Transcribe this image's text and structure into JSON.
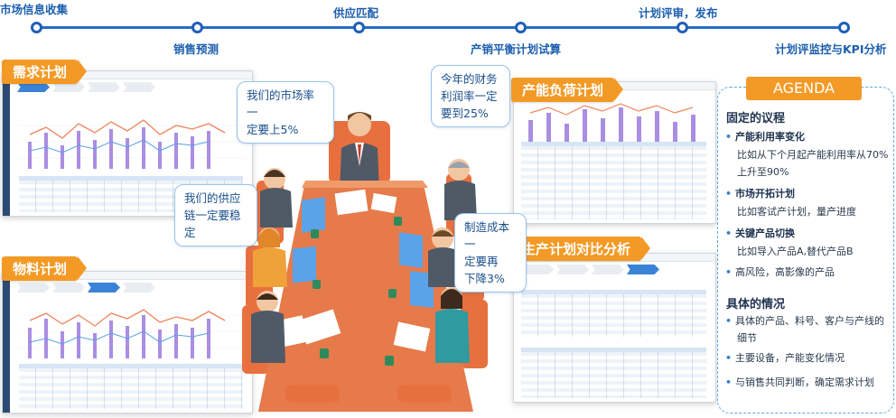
{
  "timeline": {
    "steps": [
      {
        "label": "市场信息收集"
      },
      {
        "label": "销售预测"
      },
      {
        "label": "供应匹配"
      },
      {
        "label": "产销平衡计划试算"
      },
      {
        "label": "计划评审，发布"
      },
      {
        "label": "计划评监控与KPI分析"
      }
    ]
  },
  "panels": {
    "demand": "需求计划",
    "material": "物料计划",
    "capacity": "产能负荷计划",
    "production": "生产计划对比分析"
  },
  "bubbles": {
    "market": [
      "我们的市场率一",
      "定要上5%"
    ],
    "finance": [
      "今年的财务",
      "利润率一定",
      "要到25%"
    ],
    "supply": [
      "我们的供应",
      "链一定要稳定"
    ],
    "cost": [
      "制造成本一",
      "定要再",
      "下降3%"
    ]
  },
  "agenda": {
    "title": "AGENDA",
    "fixed_heading": "固定的议程",
    "fixed_items": [
      {
        "title": "产能利用率变化",
        "lines": [
          "比如从下个月起产能利用率从70%",
          "上升至90%"
        ]
      },
      {
        "title": "市场开拓计划",
        "lines": [
          "比如客试产计划，量产进度"
        ]
      },
      {
        "title": "关键产品切换",
        "lines": [
          "比如导入产品A,替代产品B"
        ]
      },
      {
        "title": "高风险，高影像的产品",
        "lines": []
      }
    ],
    "specific_heading": "具体的情况",
    "specific_items": [
      {
        "lines": [
          "具体的产品、料号、客户与产线的",
          "细节"
        ]
      },
      {
        "lines": [
          "主要设备，产能变化情况"
        ]
      },
      {
        "lines": [
          "与销售共同判断，确定需求计划"
        ]
      }
    ]
  },
  "colors": {
    "accent": "#f39a26",
    "timeline": "#1f5fb8",
    "bubble_text": "#1a4f8c"
  }
}
